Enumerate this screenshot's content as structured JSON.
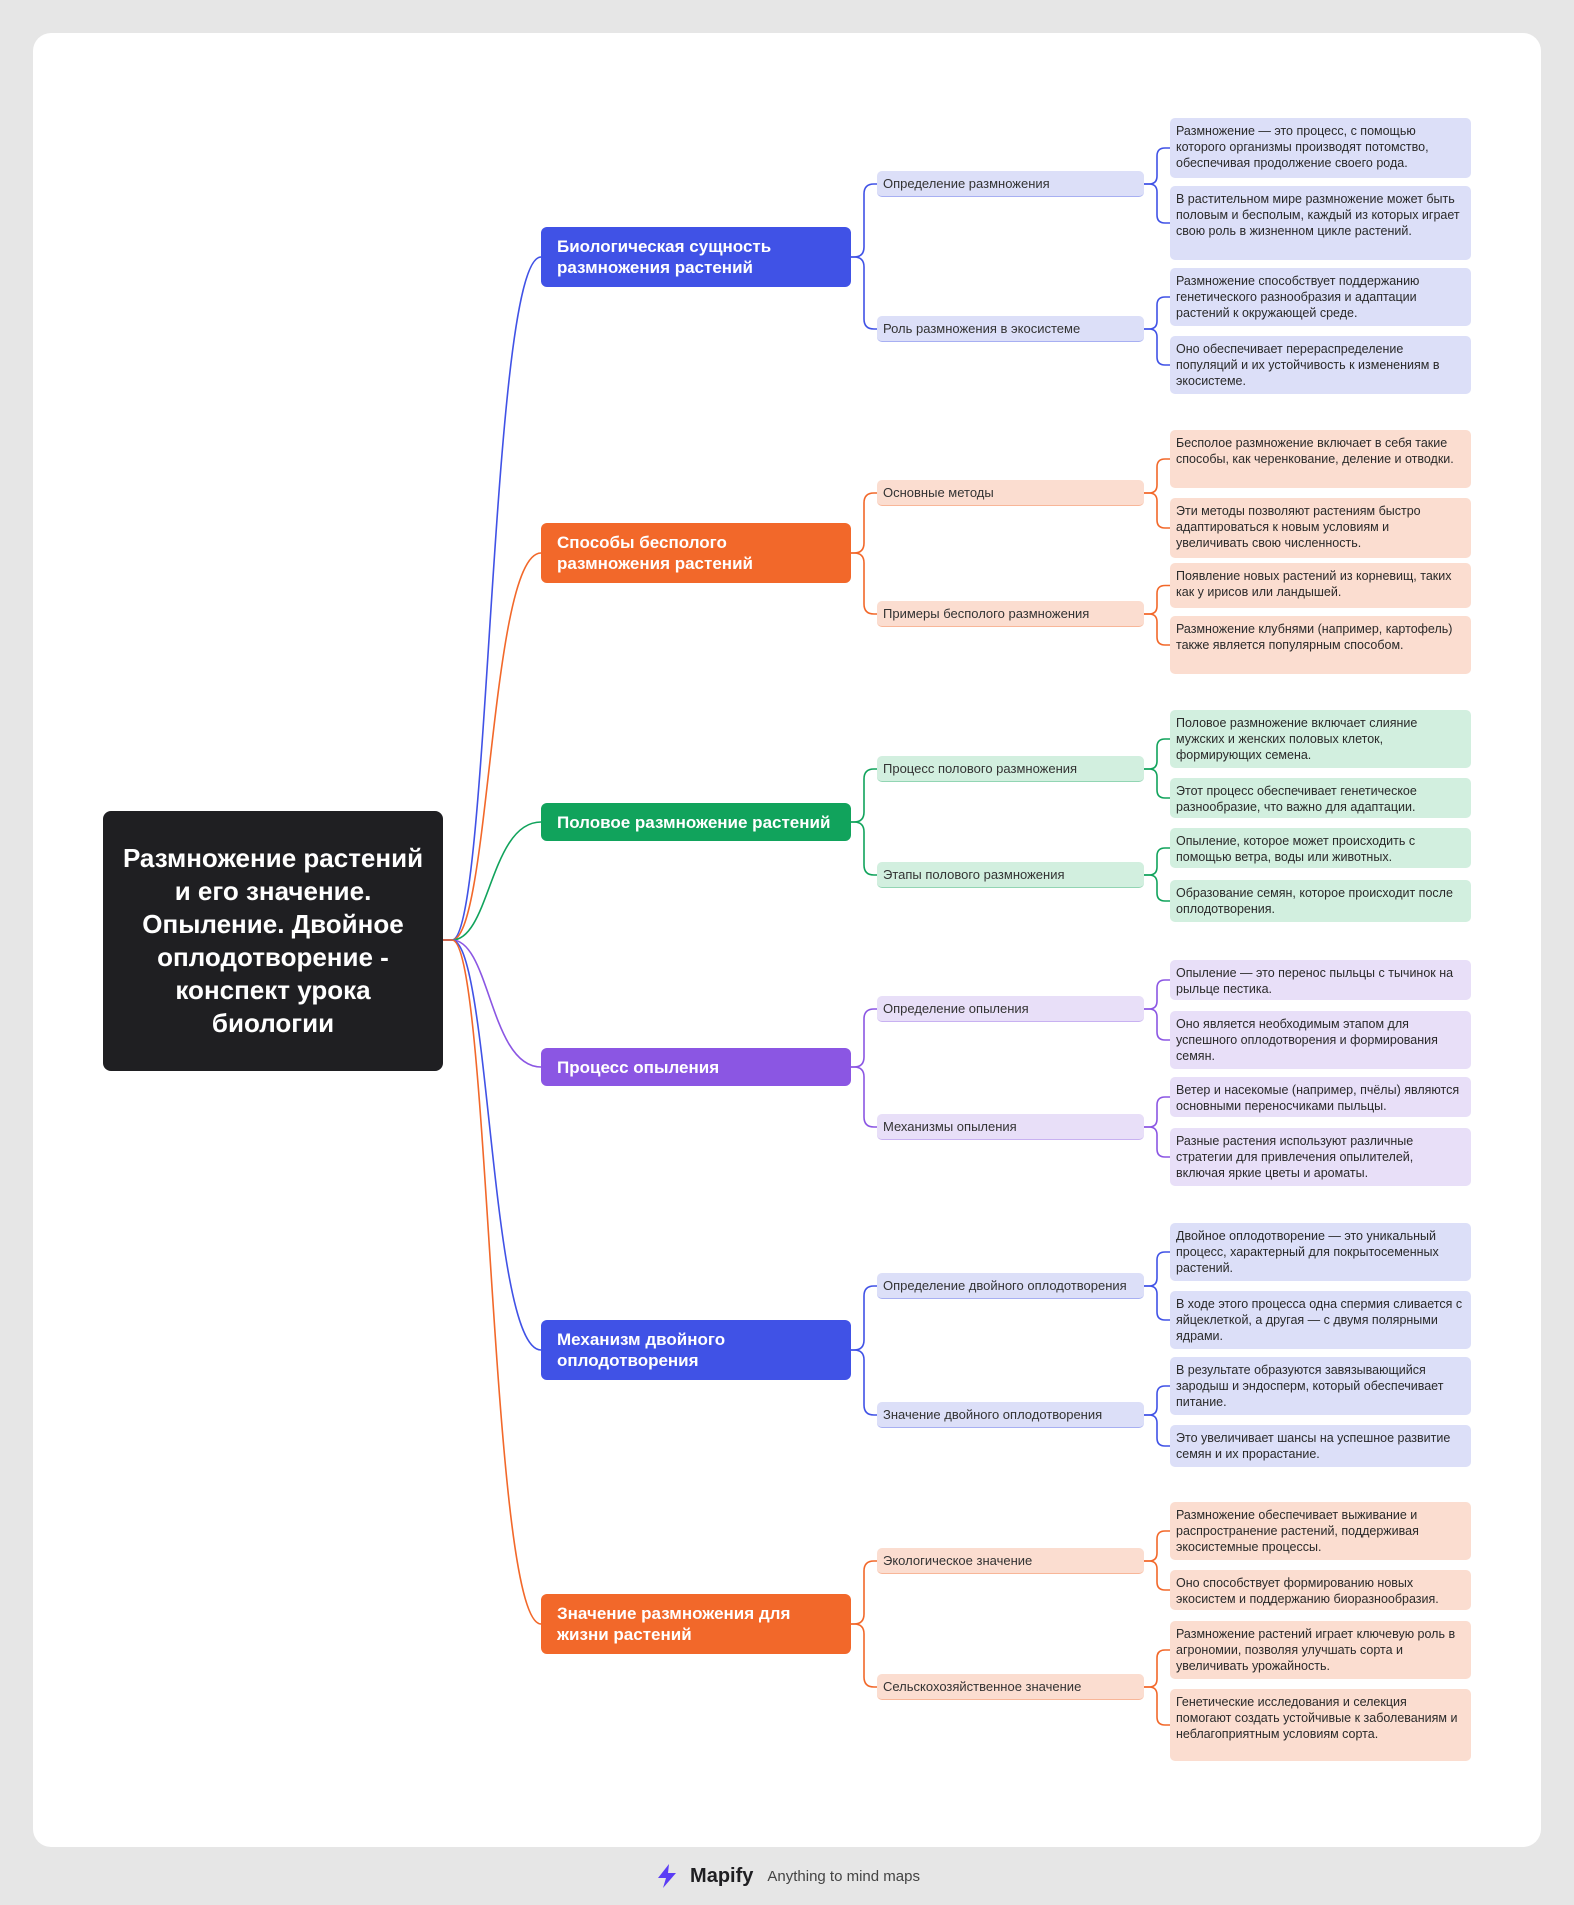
{
  "root": "Размножение растений и его значение. Опыление. Двойное оплодотворение - конспект урока биологии",
  "branches": [
    {
      "label": "Биологическая сущность размножения растений",
      "color": "#4052e6",
      "light": "#dcdff8",
      "subs": [
        {
          "label": "Определение размножения",
          "leaves": [
            "Размножение — это процесс, с помощью которого организмы производят потомство, обеспечивая продолжение своего рода.",
            "В растительном мире размножение может быть половым и бесполым, каждый из которых играет свою роль в жизненном цикле растений."
          ]
        },
        {
          "label": "Роль размножения в экосистеме",
          "leaves": [
            "Размножение способствует поддержанию генетического разнообразия и адаптации растений к окружающей среде.",
            "Оно обеспечивает перераспределение популяций и их устойчивость к изменениям в экосистеме."
          ]
        }
      ]
    },
    {
      "label": "Способы бесполого размножения растений",
      "color": "#f2682a",
      "light": "#fbddd0",
      "subs": [
        {
          "label": "Основные методы",
          "leaves": [
            "Бесполое размножение включает в себя такие способы, как черенкование, деление и отводки.",
            "Эти методы позволяют растениям быстро адаптироваться к новым условиям и увеличивать свою численность."
          ]
        },
        {
          "label": "Примеры бесполого размножения",
          "leaves": [
            "Появление новых растений из корневищ, таких как у ирисов или ландышей.",
            "Размножение клубнями (например, картофель) также является популярным способом."
          ]
        }
      ]
    },
    {
      "label": "Половое размножение растений",
      "color": "#11a35c",
      "light": "#d2efdf",
      "subs": [
        {
          "label": "Процесс полового размножения",
          "leaves": [
            "Половое размножение включает слияние мужских и женских половых клеток, формирующих семена.",
            "Этот процесс обеспечивает генетическое разнообразие, что важно для адаптации."
          ]
        },
        {
          "label": "Этапы полового размножения",
          "leaves": [
            "Опыление, которое может происходить с помощью ветра, воды или животных.",
            "Образование семян, которое происходит после оплодотворения."
          ]
        }
      ]
    },
    {
      "label": "Процесс опыления",
      "color": "#8b56e3",
      "light": "#e8dff8",
      "subs": [
        {
          "label": "Определение опыления",
          "leaves": [
            "Опыление — это перенос пыльцы с тычинок на рыльце пестика.",
            "Оно является необходимым этапом для успешного оплодотворения и формирования семян."
          ]
        },
        {
          "label": "Механизмы опыления",
          "leaves": [
            "Ветер и насекомые (например, пчёлы) являются основными переносчиками пыльцы.",
            "Разные растения используют различные стратегии для привлечения опылителей, включая яркие цветы и ароматы."
          ]
        }
      ]
    },
    {
      "label": "Механизм двойного оплодотворения",
      "color": "#4052e6",
      "light": "#dcdff8",
      "subs": [
        {
          "label": "Определение двойного оплодотворения",
          "leaves": [
            "Двойное оплодотворение — это уникальный процесс, характерный для покрытосеменных растений.",
            "В ходе этого процесса одна спермия сливается с яйцеклеткой, а другая — с двумя полярными ядрами."
          ]
        },
        {
          "label": "Значение двойного оплодотворения",
          "leaves": [
            "В результате образуются завязывающийся зародыш и эндосперм, который обеспечивает питание.",
            "Это увеличивает шансы на успешное развитие семян и их прорастание."
          ]
        }
      ]
    },
    {
      "label": "Значение размножения для жизни растений",
      "color": "#f2682a",
      "light": "#fbddd0",
      "subs": [
        {
          "label": "Экологическое значение",
          "leaves": [
            "Размножение обеспечивает выживание и распространение растений, поддерживая экосистемные процессы.",
            "Оно способствует формированию новых экосистем и поддержанию биоразнообразия."
          ]
        },
        {
          "label": "Сельскохозяйственное значение",
          "leaves": [
            "Размножение растений играет ключевую роль в агрономии, позволяя улучшать сорта и увеличивать урожайность.",
            "Генетические исследования и селекция помогают создать устойчивые к заболеваниям и неблагоприятным условиям сорта."
          ]
        }
      ]
    }
  ],
  "footer": {
    "brand": "Mapify",
    "tagline": "Anything to mind maps"
  }
}
